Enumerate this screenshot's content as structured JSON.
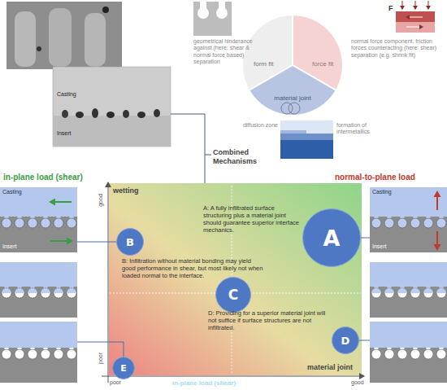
{
  "diagram": {
    "nodes": [
      {
        "text": [
          "A"
        ]
      },
      {
        "text": [
          "B"
        ]
      },
      {
        "text": [
          "C"
        ]
      },
      {
        "text": [
          "D"
        ]
      },
      {
        "text": [
          "E"
        ]
      }
    ],
    "labels": [
      "Casting",
      "Insert",
      "geometrical hinderance against (here: shear & normal force based) separation",
      "form fit",
      "force fit",
      "material joint",
      "F",
      "normal force component, friction forces counteracting (here: shear) separation (e.g. shrink fit)",
      "Combined Mechanisms",
      "diffusion zone",
      "formation of intermetallics",
      "in-plane load (shear)",
      "normal-to-plane load",
      "Casting",
      "Insert",
      "Casting",
      "Insert",
      "wetting",
      "good",
      "poor",
      "material joint",
      "poor",
      "good",
      "in-plane load (shear)",
      "A: A fully infiltrated surface structuring plus a material joint should guarantee superior interface mechanics.",
      "B: Infiltration without material bonding may yield good performance in shear, but most likely not when loaded normal to the interface.",
      "D: Providing for a superior material joint will not suffice if surface structures are not infiltrated."
    ]
  }
}
